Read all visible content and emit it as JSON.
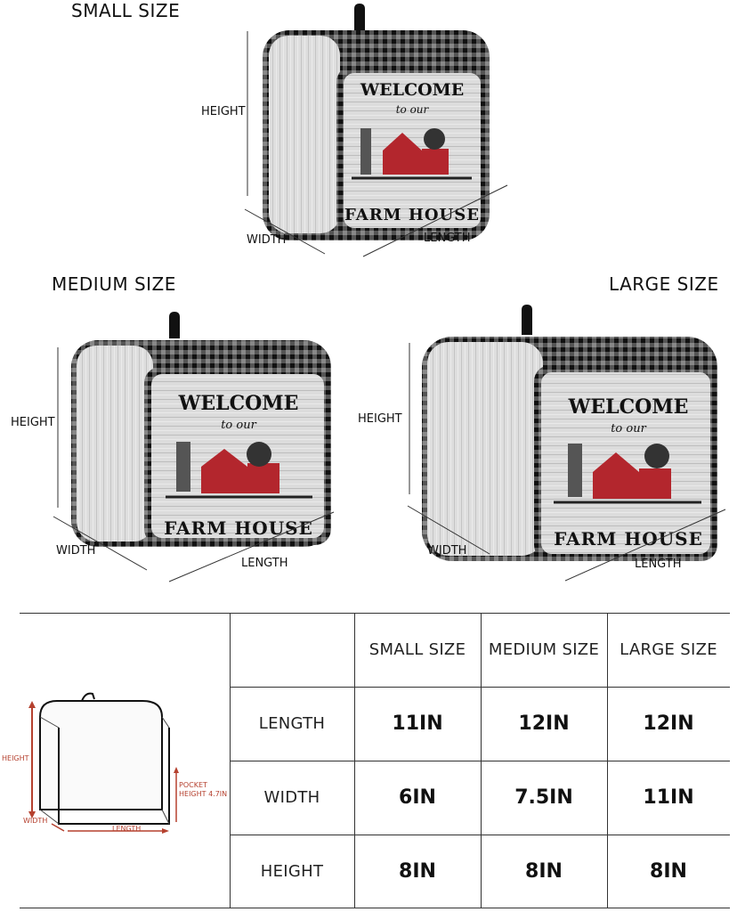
{
  "sizes": {
    "small_title": "SMALL SIZE",
    "medium_title": "MEDIUM SIZE",
    "large_title": "LARGE SIZE"
  },
  "dimension_labels": {
    "height": "HEIGHT",
    "width": "WIDTH",
    "length": "LENGTH"
  },
  "cover_print": {
    "welcome": "WELCOME",
    "to_our": "to our",
    "farm_house": "FARM HOUSE"
  },
  "colors": {
    "barn_red": "#b3262d",
    "plaid_dark": "#111111",
    "wood_light": "#d9d9d9"
  },
  "size_table": {
    "columns": [
      "SMALL SIZE",
      "MEDIUM SIZE",
      "LARGE SIZE"
    ],
    "rows": [
      {
        "label": "LENGTH",
        "values": [
          "11IN",
          "12IN",
          "12IN"
        ]
      },
      {
        "label": "WIDTH",
        "values": [
          "6IN",
          "7.5IN",
          "11IN"
        ]
      },
      {
        "label": "HEIGHT",
        "values": [
          "8IN",
          "8IN",
          "8IN"
        ]
      }
    ]
  },
  "diagram": {
    "height_label": "HEIGHT",
    "width_label": "WIDTH",
    "length_label": "LENGTH",
    "pocket_label_line1": "POCKET",
    "pocket_label_line2": "HEIGHT 4.7IN"
  }
}
